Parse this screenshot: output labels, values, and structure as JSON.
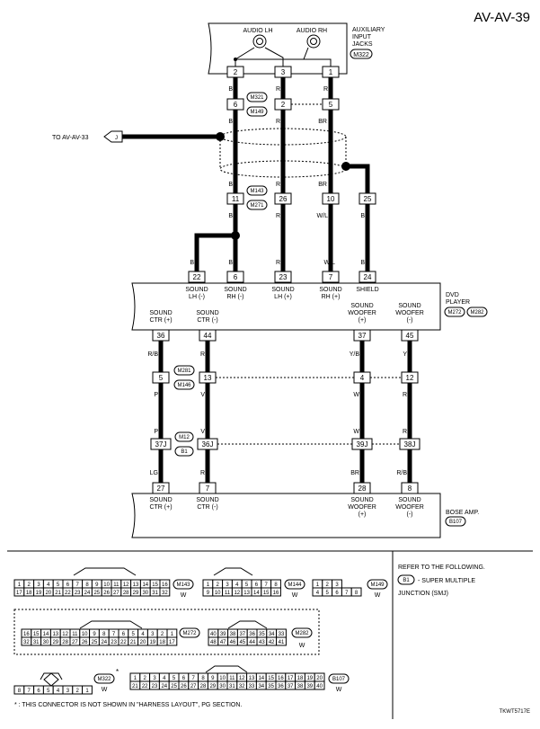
{
  "page_id": "AV-AV-39",
  "footer_code": "TKWT5717E",
  "aux": {
    "audio_lh": "AUDIO LH",
    "audio_rh": "AUDIO RH",
    "label1": "AUXILIARY",
    "label2": "INPUT",
    "label3": "JACKS",
    "connector": "M322",
    "pins": [
      "2",
      "3",
      "1"
    ]
  },
  "wires_top": [
    "B",
    "R",
    "R"
  ],
  "joint1": {
    "upper": "M321",
    "lower": "M149",
    "pins": [
      "6",
      "2",
      "5"
    ],
    "wires_below": [
      "B",
      "R",
      "BR"
    ]
  },
  "to_av": "TO AV-AV-33",
  "joint2": {
    "upper": "M143",
    "lower": "M271",
    "pins": [
      "11",
      "26",
      "10",
      "25"
    ],
    "wires_above": [
      "B",
      "R",
      "BR"
    ],
    "wires_below": [
      "B",
      "R",
      "W/L",
      "B"
    ]
  },
  "dvd": {
    "top_pins": [
      "22",
      "6",
      "23",
      "7",
      "24"
    ],
    "top_wires": [
      "B",
      "B",
      "R",
      "W/L",
      "B"
    ],
    "top_labels": [
      [
        "SOUND",
        "LH (-)"
      ],
      [
        "SOUND",
        "RH (-)"
      ],
      [
        "SOUND",
        "LH (+)"
      ],
      [
        "SOUND",
        "RH (+)"
      ],
      [
        "SHIELD",
        ""
      ]
    ],
    "bottom_labels": [
      [
        "SOUND",
        "CTR (+)"
      ],
      [
        "SOUND",
        "CTR (-)"
      ],
      [
        "SOUND",
        "WOOFER",
        "(+)"
      ],
      [
        "SOUND",
        "WOOFER",
        "(-)"
      ]
    ],
    "bottom_pins": [
      "36",
      "44",
      "37",
      "45"
    ],
    "bottom_wires": [
      "R/B",
      "R",
      "Y/B",
      "Y"
    ],
    "name1": "DVD",
    "name2": "PLAYER",
    "conn1": "M272",
    "conn2": "M282"
  },
  "joint3": {
    "upper": "M281",
    "lower": "M146",
    "pins": [
      "5",
      "13",
      "4",
      "12"
    ],
    "wires_below": [
      "P",
      "V",
      "W",
      "R"
    ]
  },
  "joint4": {
    "upper": "M12",
    "lower": "B1",
    "pins": [
      "37J",
      "36J",
      "39J",
      "38J"
    ],
    "wires_above": [
      "P",
      "V",
      "W",
      "R"
    ],
    "wires_below": [
      "LG",
      "R",
      "BR",
      "R/B"
    ]
  },
  "bose": {
    "pins": [
      "27",
      "7",
      "28",
      "8"
    ],
    "labels": [
      [
        "SOUND",
        "CTR (+)"
      ],
      [
        "SOUND",
        "CTR (-)"
      ],
      [
        "SOUND",
        "WOOFER",
        "(+)"
      ],
      [
        "SOUND",
        "WOOFER",
        "(-)"
      ]
    ],
    "name": "BOSE AMP.",
    "conn": "B107"
  },
  "legend": {
    "m143": {
      "id": "M143",
      "color": "W",
      "row1": [
        "1",
        "2",
        "3",
        "4",
        "5",
        "6",
        "7",
        "8",
        "9",
        "10",
        "11",
        "12",
        "13",
        "14",
        "15",
        "16"
      ],
      "row2": [
        "17",
        "18",
        "19",
        "20",
        "21",
        "22",
        "23",
        "24",
        "25",
        "26",
        "27",
        "28",
        "29",
        "30",
        "31",
        "32"
      ]
    },
    "m144": {
      "id": "M144",
      "color": "W",
      "row1": [
        "1",
        "2",
        "3",
        "4",
        "5",
        "6",
        "7",
        "8"
      ],
      "row2": [
        "9",
        "10",
        "11",
        "12",
        "13",
        "14",
        "15",
        "16"
      ]
    },
    "m149": {
      "id": "M149",
      "color": "W",
      "row1": [
        "1",
        "2",
        "3"
      ],
      "row2": [
        "4",
        "5",
        "6",
        "7",
        "8"
      ]
    },
    "m272": {
      "id": "M272",
      "row1": [
        "16",
        "15",
        "14",
        "13",
        "12",
        "11",
        "10",
        "9",
        "8",
        "7",
        "6",
        "5",
        "4",
        "3",
        "2",
        "1"
      ],
      "row2": [
        "32",
        "31",
        "30",
        "29",
        "28",
        "27",
        "26",
        "25",
        "24",
        "23",
        "22",
        "21",
        "20",
        "19",
        "18",
        "17"
      ]
    },
    "m282": {
      "id": "M282",
      "color": "W",
      "row1": [
        "40",
        "39",
        "38",
        "37",
        "36",
        "35",
        "34",
        "33"
      ],
      "row2": [
        "48",
        "47",
        "46",
        "45",
        "44",
        "43",
        "42",
        "41"
      ]
    },
    "m322": {
      "id": "M322",
      "color": "W",
      "star": "*",
      "row": [
        "8",
        "7",
        "6",
        "5",
        "4",
        "3",
        "2",
        "1"
      ]
    },
    "b107": {
      "id": "B107",
      "color": "W",
      "row1": [
        "1",
        "2",
        "3",
        "4",
        "5",
        "6",
        "7",
        "8",
        "9",
        "10",
        "11",
        "12",
        "13",
        "14",
        "15",
        "16",
        "17",
        "18",
        "19",
        "20"
      ],
      "row2": [
        "21",
        "22",
        "23",
        "24",
        "25",
        "26",
        "27",
        "28",
        "29",
        "30",
        "31",
        "32",
        "33",
        "34",
        "35",
        "36",
        "37",
        "38",
        "39",
        "40"
      ]
    },
    "note": "* : THIS CONNECTOR IS NOT SHOWN IN \"HARNESS LAYOUT\", PG SECTION.",
    "refer1": "REFER TO THE FOLLOWING.",
    "refer_badge": "B1",
    "refer2": "- SUPER MULTIPLE",
    "refer3": "JUNCTION (SMJ)"
  }
}
